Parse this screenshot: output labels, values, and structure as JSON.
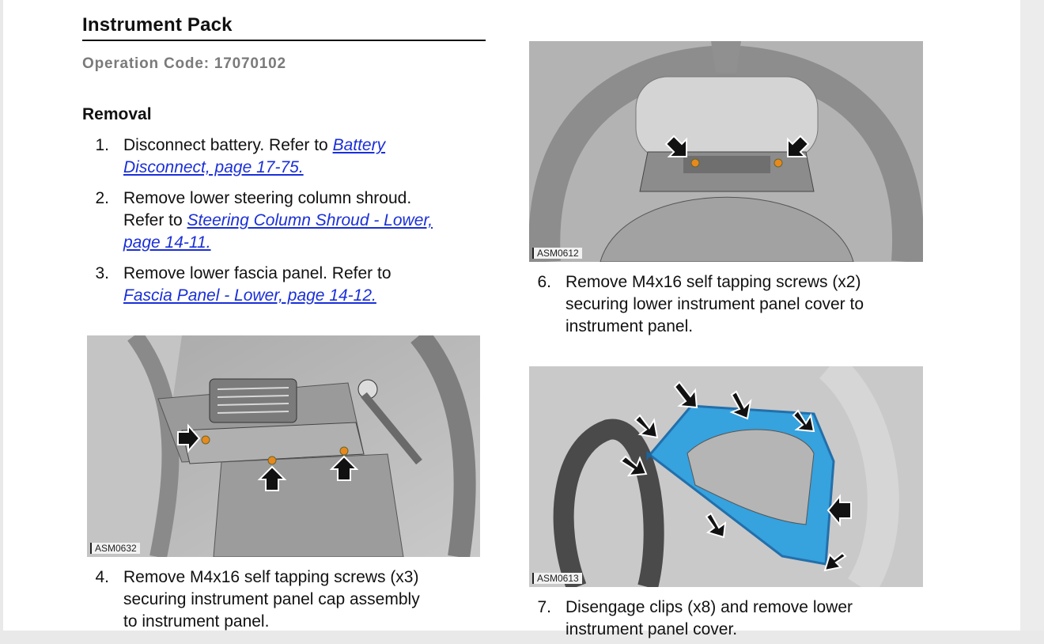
{
  "title": "Instrument Pack",
  "operation_code": "Operation Code: 17070102",
  "section": "Removal",
  "steps": [
    {
      "num": "1.",
      "lines": [
        "Disconnect battery. Refer to "
      ],
      "link": [
        "Battery",
        "Disconnect, page 17-75."
      ]
    },
    {
      "num": "2.",
      "line1": "Remove lower steering column shroud.",
      "line2": "Refer to ",
      "link": [
        "Steering Column Shroud - Lower,",
        "page 14-11."
      ]
    },
    {
      "num": "3.",
      "line1": "Remove lower fascia panel. Refer to",
      "link": [
        "Fascia Panel - Lower, page 14-12."
      ]
    },
    {
      "num": "4.",
      "lines": [
        "Remove M4x16 self tapping screws (x3)",
        "securing instrument panel cap assembly",
        "to instrument panel."
      ]
    },
    {
      "num": "6.",
      "lines": [
        "Remove M4x16 self tapping screws (x2)",
        "securing lower instrument panel cover to",
        "instrument panel."
      ]
    },
    {
      "num": "7.",
      "lines": [
        "Disengage clips (x8) and remove lower",
        "instrument panel cover."
      ]
    }
  ],
  "figures": {
    "fig1": "ASM0632",
    "fig2": "ASM0612",
    "fig3": "ASM0613"
  },
  "colors": {
    "link": "#1a2fd8",
    "cover_highlight": "#2a9fe0",
    "screw": "#e8891c"
  }
}
